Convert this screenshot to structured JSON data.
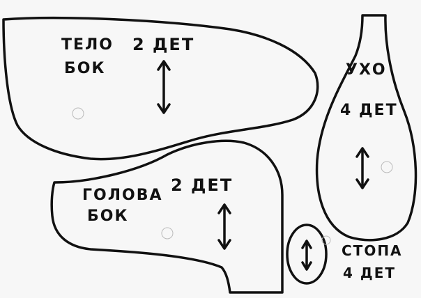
{
  "pieces": [
    {
      "id": "body",
      "name": "ТЕЛО",
      "count": "2 ДЕТ",
      "note": "БОК"
    },
    {
      "id": "ear",
      "name": "УХО",
      "count": "4 ДЕТ"
    },
    {
      "id": "head",
      "name": "ГОЛОВА",
      "note": "БОК",
      "count": "2 ДЕТ"
    },
    {
      "id": "foot",
      "name": "СТОПА",
      "count": "4 ДЕТ"
    }
  ],
  "colors": {
    "line": "#111111",
    "paper": "#f7f7f7"
  }
}
